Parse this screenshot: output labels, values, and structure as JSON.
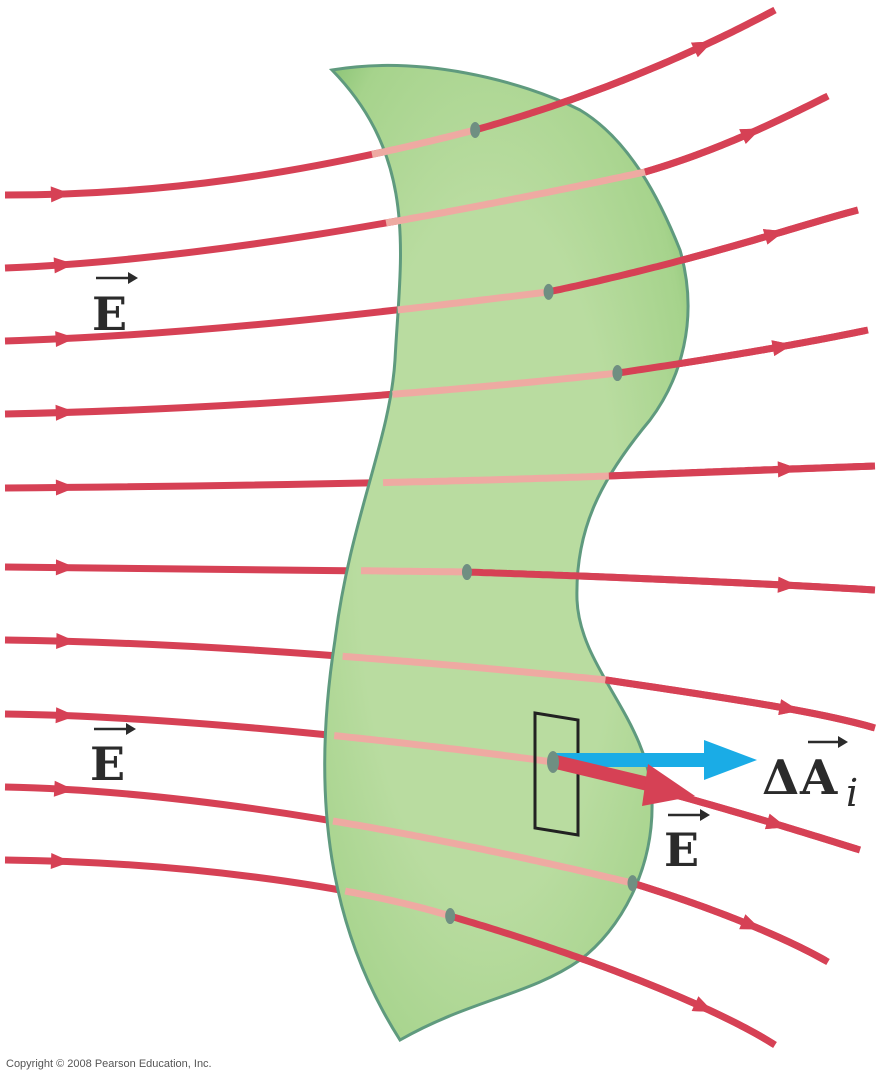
{
  "labels": {
    "field_left_upper": "E",
    "field_left_lower": "E",
    "field_right": "E",
    "area_delta": "Δ",
    "area_letter": "A",
    "area_subscript": "i"
  },
  "copyright": "Copyright © 2008 Pearson Education, Inc.",
  "colors": {
    "field_line": "#d64155",
    "field_line_inside": "#eeaaa2",
    "surface_fill": "#b7dc9c",
    "surface_edge": "#5f9a7e",
    "area_vector": "#1aace6",
    "label": "#2b2b2b"
  }
}
